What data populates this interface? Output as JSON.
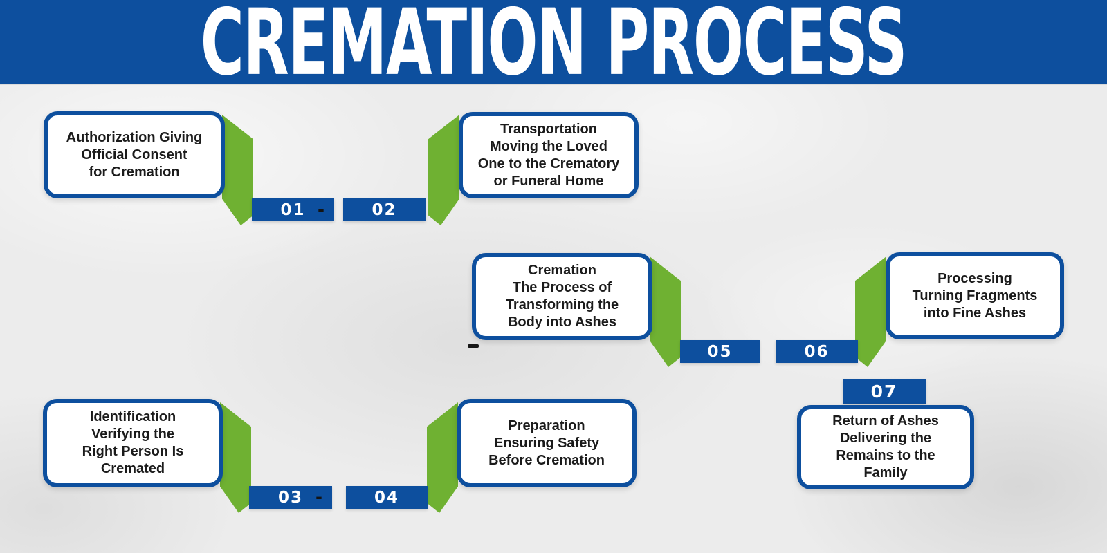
{
  "title": "CREMATION PROCESS",
  "colors": {
    "header_blue": "#0d4f9e",
    "badge_blue": "#0d4f9e",
    "card_border_blue": "#0d4f9e",
    "connector_green": "#6fb132",
    "background_gray": "#ececec",
    "card_text": "#1b1b1b",
    "badge_text": "#ffffff"
  },
  "stray_dash": "-",
  "steps": [
    {
      "number": "01",
      "suffix": "-",
      "text": "Authorization Giving\nOfficial Consent\nfor Cremation"
    },
    {
      "number": "02",
      "text": "Transportation\nMoving the Loved\nOne to the Crematory\nor Funeral Home"
    },
    {
      "number": "03",
      "suffix": "-",
      "text": "Identification\nVerifying the\nRight Person Is\nCremated"
    },
    {
      "number": "04",
      "text": "Preparation\nEnsuring Safety\nBefore Cremation"
    },
    {
      "number": "05",
      "text": "Cremation\nThe Process of\nTransforming the\nBody into Ashes"
    },
    {
      "number": "06",
      "text": "Processing\nTurning Fragments\ninto Fine Ashes"
    },
    {
      "number": "07",
      "text": "Return of Ashes\nDelivering the\nRemains to the\nFamily"
    }
  ]
}
